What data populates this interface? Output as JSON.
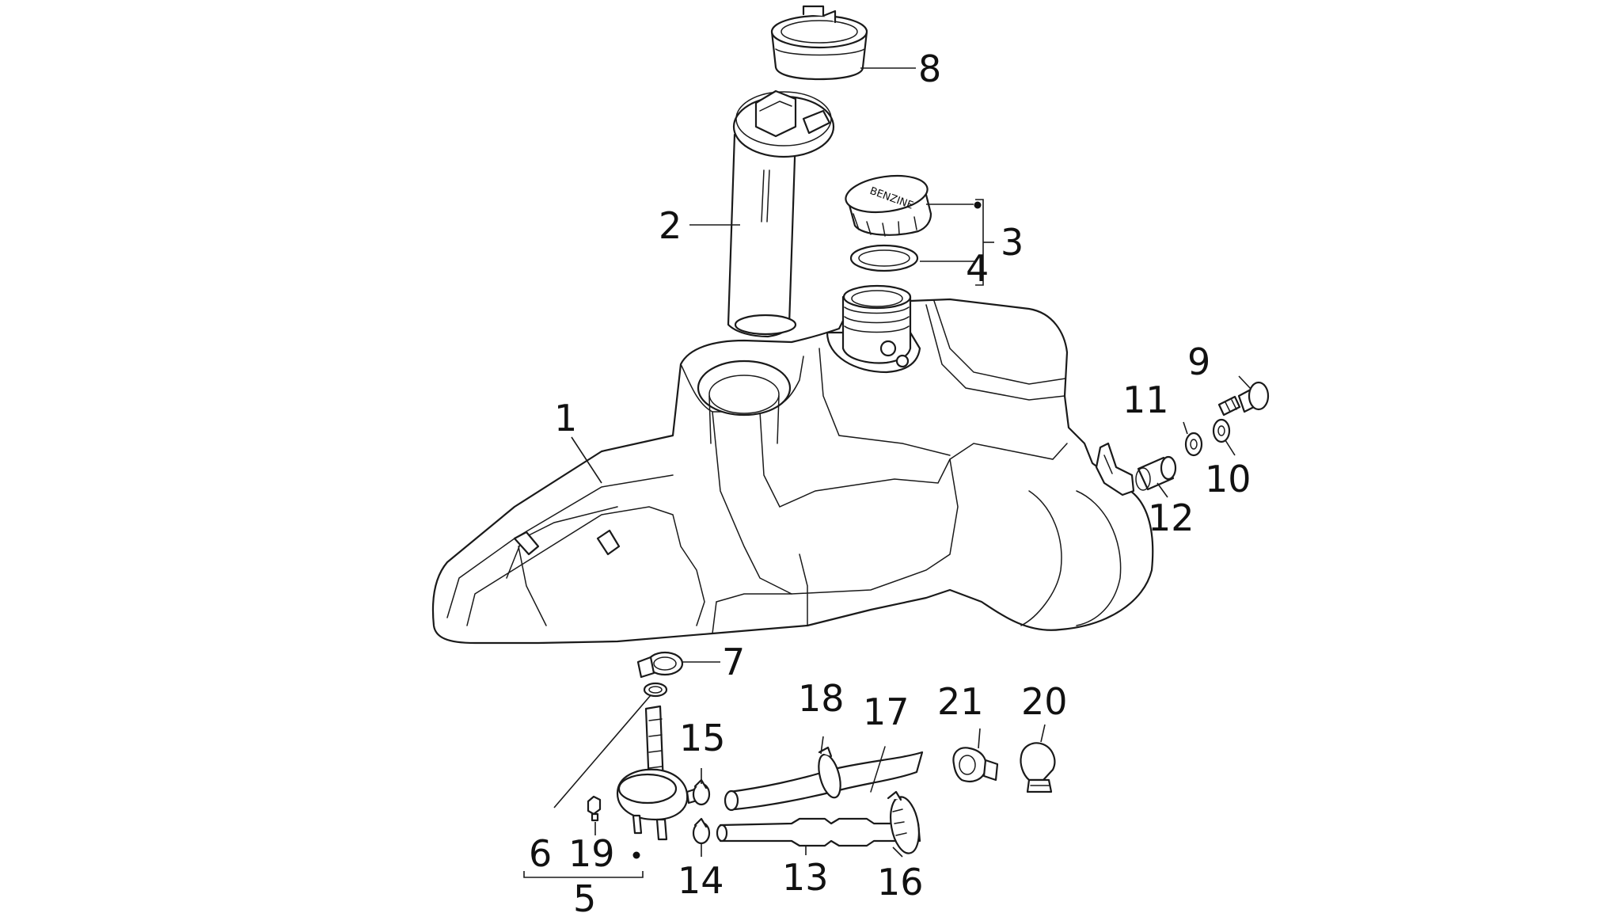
{
  "diagram": {
    "callouts": [
      {
        "id": "1",
        "label": "1"
      },
      {
        "id": "2",
        "label": "2"
      },
      {
        "id": "3",
        "label": "3"
      },
      {
        "id": "4",
        "label": "4"
      },
      {
        "id": "5",
        "label": "5"
      },
      {
        "id": "6",
        "label": "6"
      },
      {
        "id": "7",
        "label": "7"
      },
      {
        "id": "8",
        "label": "8"
      },
      {
        "id": "9",
        "label": "9"
      },
      {
        "id": "10",
        "label": "10"
      },
      {
        "id": "11",
        "label": "11"
      },
      {
        "id": "12",
        "label": "12"
      },
      {
        "id": "13",
        "label": "13"
      },
      {
        "id": "14",
        "label": "14"
      },
      {
        "id": "15",
        "label": "15"
      },
      {
        "id": "16",
        "label": "16"
      },
      {
        "id": "17",
        "label": "17"
      },
      {
        "id": "18",
        "label": "18"
      },
      {
        "id": "19",
        "label": "19"
      },
      {
        "id": "20",
        "label": "20"
      },
      {
        "id": "21",
        "label": "21"
      }
    ],
    "cap_marking": "BENZINE",
    "line_color": "#1a1a1a",
    "background": "#ffffff"
  }
}
